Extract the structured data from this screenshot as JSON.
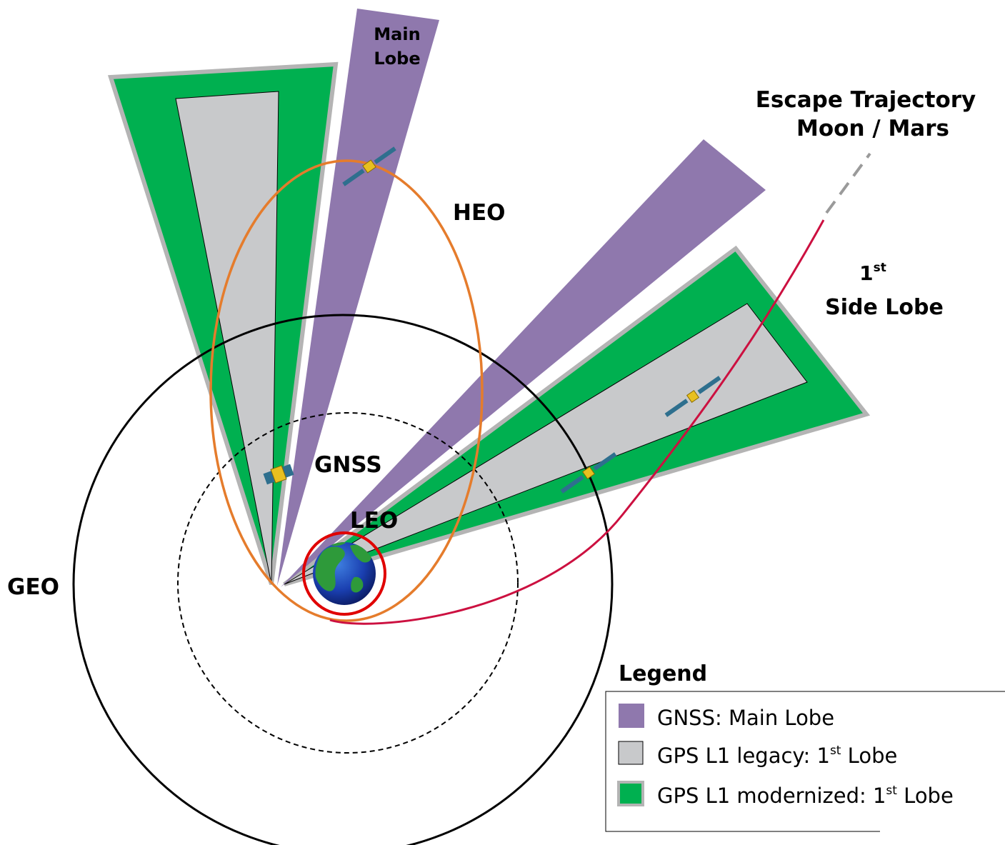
{
  "labels": {
    "main_lobe_1": "Main",
    "main_lobe_2": "Lobe",
    "escape_1": "Escape Trajectory",
    "escape_2": "Moon / Mars",
    "heo": "HEO",
    "side_lobe_num": "1",
    "side_lobe_sup": "st",
    "side_lobe_2": "Side Lobe",
    "leo": "LEO",
    "geo": "GEO",
    "gnss": "GNSS"
  },
  "legend": {
    "title": "Legend",
    "items": [
      {
        "id": "main",
        "text": "GNSS: Main Lobe",
        "sup": "",
        "after": "",
        "color": "#8f78ad"
      },
      {
        "id": "legacy",
        "text": "GPS L1 legacy: 1",
        "sup": "st",
        "after": " Lobe",
        "color": "#c8c9cb"
      },
      {
        "id": "modern",
        "text": "GPS L1 modernized: 1",
        "sup": "st",
        "after": " Lobe",
        "color": "#00b050"
      }
    ]
  },
  "colors": {
    "main_lobe": "#8f78ad",
    "legacy_lobe": "#c8c9cb",
    "modernized_lobe": "#00b050",
    "lobe_border": "#b4b4b4",
    "heo_orbit": "#e57c2c",
    "leo_orbit": "#e00000",
    "escape_trajectory": "#cc1040",
    "escape_dashed": "#9a9a9a",
    "geo_orbit": "#000000",
    "gnss_orbit": "#000000"
  }
}
